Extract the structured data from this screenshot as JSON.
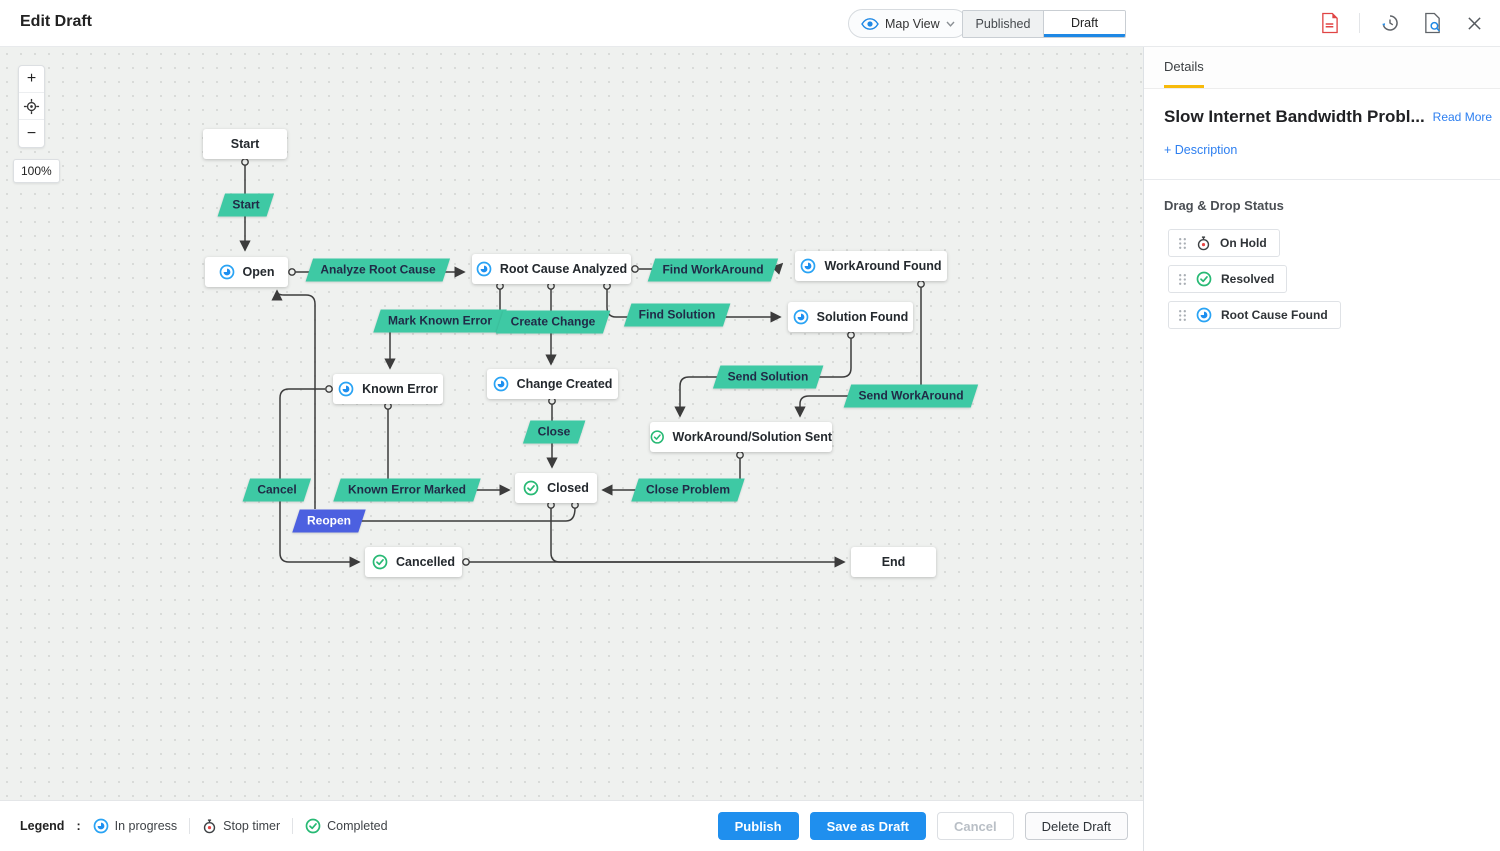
{
  "header": {
    "title": "Edit Draft",
    "view_selector": {
      "label": "Map View"
    },
    "tabs": [
      {
        "label": "Published",
        "active": false
      },
      {
        "label": "Draft",
        "active": true
      }
    ],
    "icons": [
      "pdf-export-icon",
      "version-history-icon",
      "preview-document-icon",
      "close-icon"
    ]
  },
  "canvas": {
    "zoom_controls": {
      "zoom_in": "+",
      "recenter": "recenter-icon",
      "zoom_out": "−",
      "zoom_level": "100%"
    },
    "nodes": [
      {
        "label": "Start",
        "status": "none"
      },
      {
        "label": "Open",
        "status": "in-progress"
      },
      {
        "label": "Root Cause Analyzed",
        "status": "in-progress"
      },
      {
        "label": "WorkAround Found",
        "status": "in-progress"
      },
      {
        "label": "Solution Found",
        "status": "in-progress"
      },
      {
        "label": "Known Error",
        "status": "in-progress"
      },
      {
        "label": "Change Created",
        "status": "in-progress"
      },
      {
        "label": "WorkAround/Solution Sent",
        "status": "completed"
      },
      {
        "label": "Closed",
        "status": "completed"
      },
      {
        "label": "Cancelled",
        "status": "completed"
      },
      {
        "label": "End",
        "status": "none"
      }
    ],
    "transitions": [
      {
        "label": "Start",
        "color": "green"
      },
      {
        "label": "Analyze Root Cause",
        "color": "green"
      },
      {
        "label": "Find WorkAround",
        "color": "green"
      },
      {
        "label": "Find Solution",
        "color": "green"
      },
      {
        "label": "Mark Known Error",
        "color": "green"
      },
      {
        "label": "Create Change",
        "color": "green"
      },
      {
        "label": "Send Solution",
        "color": "green"
      },
      {
        "label": "Send WorkAround",
        "color": "green"
      },
      {
        "label": "Close",
        "color": "green"
      },
      {
        "label": "Known Error Marked",
        "color": "green"
      },
      {
        "label": "Cancel",
        "color": "green"
      },
      {
        "label": "Close Problem",
        "color": "green"
      },
      {
        "label": "Reopen",
        "color": "blue"
      }
    ]
  },
  "sidebar": {
    "tab": "Details",
    "title": "Slow Internet Bandwidth Probl...",
    "read_more": "Read More",
    "description_toggle": "+ Description",
    "drag_drop_heading": "Drag & Drop Status",
    "statuses": [
      {
        "label": "On Hold",
        "icon": "stop-timer"
      },
      {
        "label": "Resolved",
        "icon": "completed"
      },
      {
        "label": "Root Cause Found",
        "icon": "in-progress"
      }
    ]
  },
  "footer": {
    "legend_label": "Legend",
    "legend_separator": ":",
    "legend_items": [
      {
        "label": "In progress",
        "icon": "in-progress"
      },
      {
        "label": "Stop timer",
        "icon": "stop-timer"
      },
      {
        "label": "Completed",
        "icon": "completed"
      }
    ],
    "buttons": [
      {
        "label": "Publish",
        "style": "primary"
      },
      {
        "label": "Save as Draft",
        "style": "primary"
      },
      {
        "label": "Cancel",
        "style": "disabled"
      },
      {
        "label": "Delete Draft",
        "style": "plain"
      }
    ]
  },
  "colors": {
    "accent_blue": "#1e88e5",
    "transition_green": "#3ec9a4",
    "reopen_blue": "#4c60e0",
    "in_progress_blue": "#29a3f4",
    "completed_green": "#27b974",
    "timer_red": "#e64545",
    "tab_underline_yellow": "#f7ba0b"
  }
}
